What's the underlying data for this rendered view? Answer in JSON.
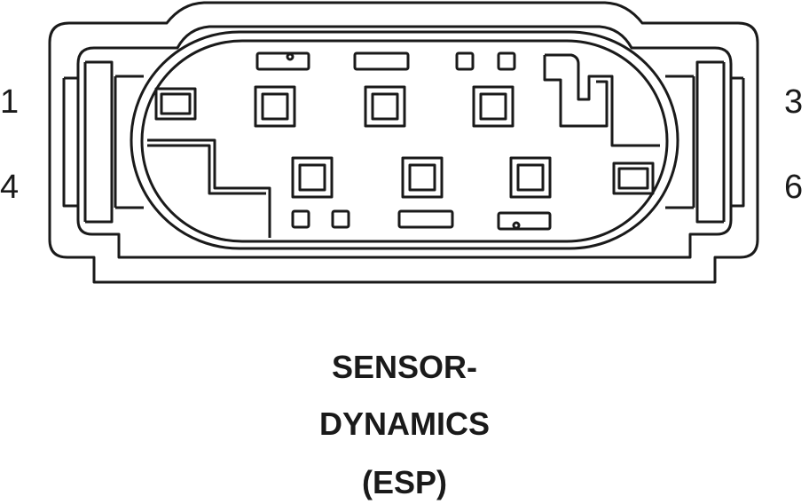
{
  "pin_labels": {
    "top_left": "1",
    "top_right": "3",
    "bottom_left": "4",
    "bottom_right": "6"
  },
  "caption": {
    "line1": "SENSOR-",
    "line2": "DYNAMICS",
    "line3": "(ESP)"
  },
  "colors": {
    "line": "#1a1a1a",
    "background": "#ffffff"
  }
}
